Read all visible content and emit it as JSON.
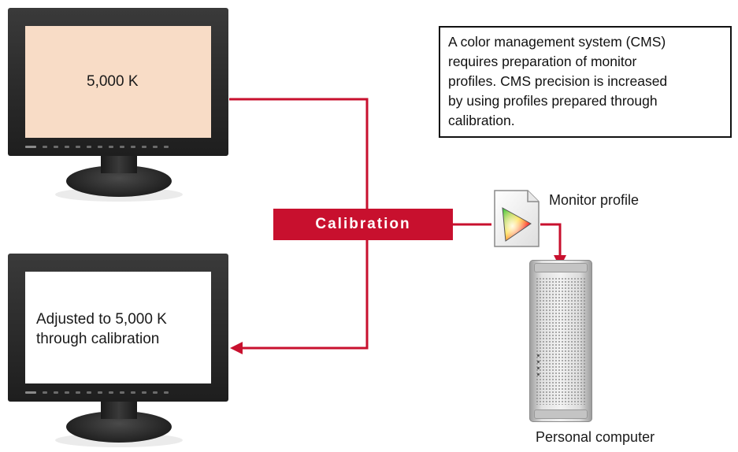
{
  "monitors": {
    "top": {
      "screen_text": "5,000 K",
      "screen_color": "#f8dcc6"
    },
    "bottom": {
      "screen_text_line1": "Adjusted to 5,000 K",
      "screen_text_line2": "through calibration",
      "screen_color": "#ffffff"
    }
  },
  "info_box": {
    "line1": "A color management system (CMS)",
    "line2": "requires preparation of monitor",
    "line3": "profiles. CMS precision is increased",
    "line4": "by using profiles prepared through",
    "line5": "calibration."
  },
  "calibration_label": "Calibration",
  "monitor_profile_label": "Monitor profile",
  "personal_computer_label": "Personal computer",
  "icons": {
    "profile": "color-profile-document-icon",
    "computer": "desktop-tower-icon",
    "arrow": "arrow-icon"
  },
  "colors": {
    "accent": "#c8102e",
    "line": "#c8102e"
  }
}
